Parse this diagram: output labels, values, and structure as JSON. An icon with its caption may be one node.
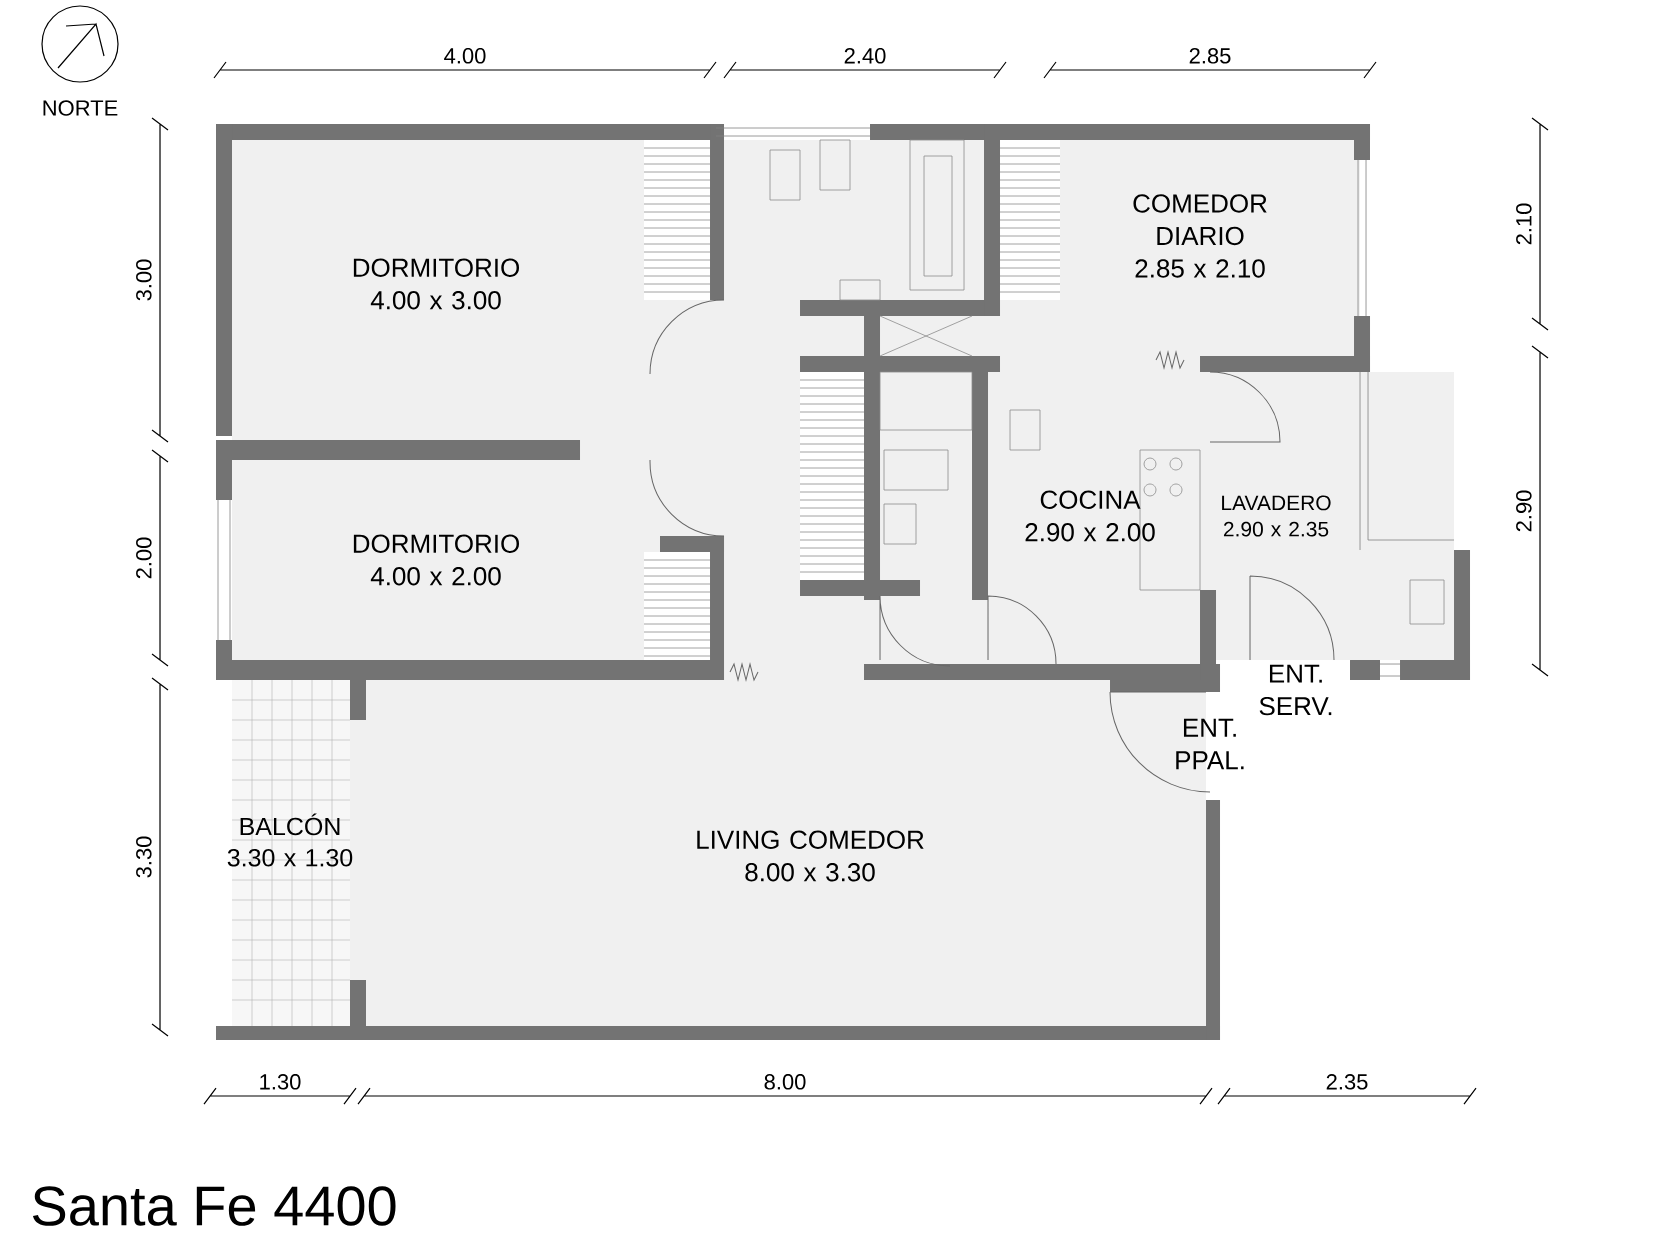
{
  "diagram": {
    "title": "Santa Fe 4400",
    "nodes": [
      {
        "text": [
          "DORMITORIO",
          "4.00 x 3.00"
        ]
      },
      {
        "text": [
          "COMEDOR DIARIO",
          "2.85 x 2.10"
        ]
      },
      {
        "text": [
          "COCINA",
          "2.90 x 2.00"
        ]
      },
      {
        "text": [
          "LAVADERO",
          "2.90 x 2.35"
        ]
      },
      {
        "text": [
          "DORMITORIO",
          "4.00 x 2.00"
        ]
      },
      {
        "text": [
          "ENT. SERV."
        ]
      },
      {
        "text": [
          "ENT. PPAL."
        ]
      },
      {
        "text": [
          "BALCÓN",
          "3.30 x 1.30"
        ]
      },
      {
        "text": [
          "LIVING COMEDOR",
          "8.00 x 3.30"
        ]
      }
    ],
    "labels": [
      "NORTE",
      "4.00",
      "2.40",
      "2.85",
      "3.00",
      "2.10",
      "2.00",
      "2.90",
      "3.30",
      "1.30",
      "8.00",
      "2.35"
    ]
  }
}
